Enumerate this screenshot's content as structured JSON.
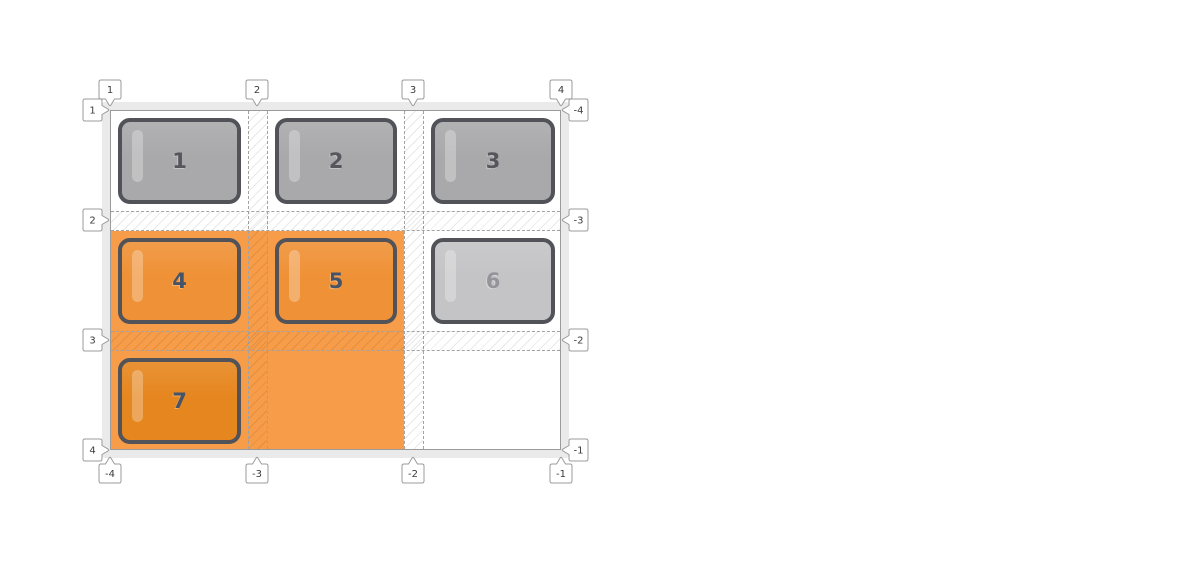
{
  "markers": {
    "top": [
      "1",
      "2",
      "3",
      "4"
    ],
    "bottom": [
      "-4",
      "-3",
      "-2",
      "-1"
    ],
    "left": [
      "1",
      "2",
      "3",
      "4"
    ],
    "right": [
      "-4",
      "-3",
      "-2",
      "-1"
    ]
  },
  "items": [
    {
      "label": "1",
      "row": 1,
      "column": 1,
      "highlighted": false
    },
    {
      "label": "2",
      "row": 1,
      "column": 2,
      "highlighted": false
    },
    {
      "label": "3",
      "row": 1,
      "column": 3,
      "highlighted": false
    },
    {
      "label": "4",
      "row": 2,
      "column": 1,
      "highlighted": true
    },
    {
      "label": "5",
      "row": 2,
      "column": 2,
      "highlighted": true
    },
    {
      "label": "6",
      "row": 2,
      "column": 3,
      "highlighted": false
    },
    {
      "label": "7",
      "row": 3,
      "column": 1,
      "highlighted": true
    }
  ],
  "colors": {
    "accent_orange": "#f79c48",
    "item_orange": "#ef9136",
    "item_dark_orange": "#e6861f",
    "item_gray": "#a9a9ab",
    "item_light_gray": "#c4c4c6",
    "item_border": "#515359",
    "frame_gray": "#eaeaea",
    "line_gray": "#9b9b9b"
  }
}
